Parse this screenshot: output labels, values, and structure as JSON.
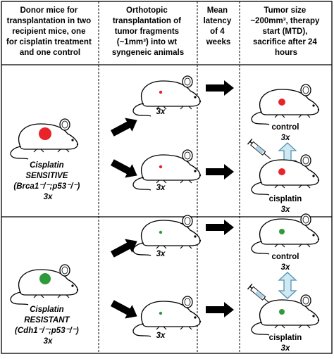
{
  "headers": {
    "col1": [
      "Donor mice for",
      "transplantation in two",
      "recipient mice, one",
      "for cisplatin treatment",
      "and one control"
    ],
    "col2": [
      "Orthotopic",
      "transplantation of",
      "tumor fragments",
      "(~1mm³) into wt",
      "syngeneic animals"
    ],
    "col3": [
      "Mean",
      "latency",
      "of 4",
      "weeks"
    ],
    "col4": [
      "Tumor size",
      "~200mm³, therapy",
      "start (MTD),",
      "sacrifice after 24",
      "hours"
    ]
  },
  "rows": [
    {
      "donor": {
        "line1": "Cisplatin",
        "line2": "SENSITIVE",
        "line3": "(Brca1⁻/⁻;p53⁻/⁻)",
        "line4": "3x",
        "tumor_color": "#e8242a"
      },
      "recipient_top_label": "3x",
      "recipient_bottom_label": "3x",
      "control_label": "control",
      "control_count": "3x",
      "cisplatin_label": "cisplatin",
      "cisplatin_count": "3x",
      "spot_color": "#e8242a"
    },
    {
      "donor": {
        "line1": "Cisplatin",
        "line2": "RESISTANT",
        "line3": "(Cdh1⁻/⁻;p53⁻/⁻)",
        "line4": "3x",
        "tumor_color": "#2f9a3a"
      },
      "recipient_top_label": "3x",
      "recipient_bottom_label": "3x",
      "control_label": "control",
      "control_count": "3x",
      "cisplatin_label": "cisplatin",
      "cisplatin_count": "3x",
      "spot_color": "#2f9a3a"
    }
  ],
  "colors": {
    "line": "#000000",
    "compare_arrow_fill": "#cfe8f2",
    "compare_arrow_stroke": "#4a8fb0"
  },
  "icons": [
    "mouse-icon",
    "tumor-spot",
    "arrow-icon",
    "syringe-icon",
    "double-arrow-icon"
  ]
}
